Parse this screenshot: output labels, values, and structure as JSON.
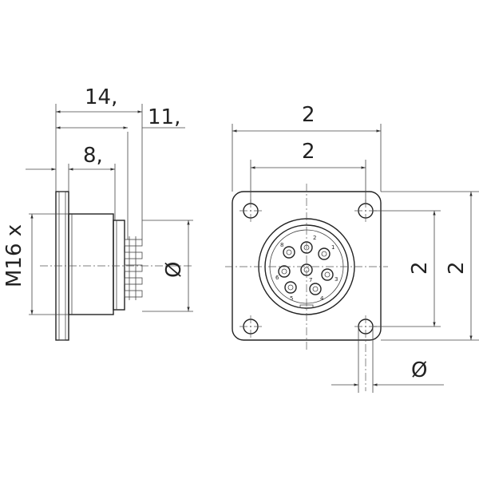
{
  "side_view": {
    "dim_overall_length": "14,",
    "dim_rear_length": "11,",
    "dim_flange_length": "8,",
    "dim_thread": "M16 x",
    "dim_body_diameter": "Ø"
  },
  "front_view": {
    "dim_flange_width": "2",
    "dim_hole_spacing_h": "2",
    "dim_hole_spacing_v": "2",
    "dim_flange_height": "2",
    "dim_hole_diameter": "Ø",
    "pin_labels": [
      "2",
      "1",
      "3",
      "4",
      "5",
      "6",
      "8",
      "7"
    ]
  }
}
